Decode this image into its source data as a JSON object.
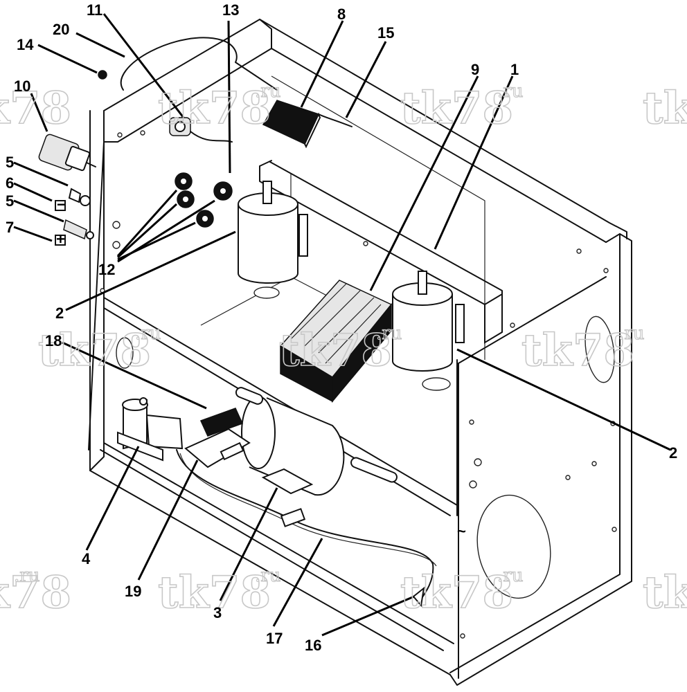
{
  "diagram": {
    "callouts": [
      {
        "key": "c11",
        "text": "11"
      },
      {
        "key": "c13",
        "text": "13"
      },
      {
        "key": "c8",
        "text": "8"
      },
      {
        "key": "c15",
        "text": "15"
      },
      {
        "key": "c20",
        "text": "20"
      },
      {
        "key": "c14",
        "text": "14"
      },
      {
        "key": "c10",
        "text": "10"
      },
      {
        "key": "c9",
        "text": "9"
      },
      {
        "key": "c1",
        "text": "1"
      },
      {
        "key": "c5a",
        "text": "5"
      },
      {
        "key": "c6",
        "text": "6"
      },
      {
        "key": "c5b",
        "text": "5"
      },
      {
        "key": "c7",
        "text": "7"
      },
      {
        "key": "c12",
        "text": "12"
      },
      {
        "key": "c2a",
        "text": "2"
      },
      {
        "key": "c18",
        "text": "18"
      },
      {
        "key": "c2b",
        "text": "2"
      },
      {
        "key": "c4",
        "text": "4"
      },
      {
        "key": "c19",
        "text": "19"
      },
      {
        "key": "c3",
        "text": "3"
      },
      {
        "key": "c17",
        "text": "17"
      },
      {
        "key": "c16",
        "text": "16"
      }
    ],
    "symbols": {
      "minus": "−",
      "plus": "+",
      "ac": "~"
    },
    "watermark": {
      "text": "tk78",
      "suffix": ".ru"
    }
  }
}
